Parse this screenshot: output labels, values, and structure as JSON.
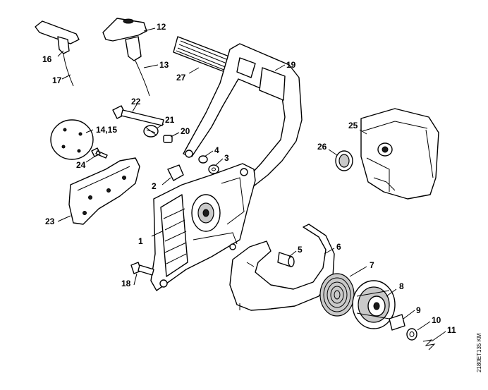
{
  "diagram": {
    "callouts": {
      "c1": "1",
      "c2": "2",
      "c3": "3",
      "c4": "4",
      "c5": "5",
      "c6": "6",
      "c7": "7",
      "c8": "8",
      "c9": "9",
      "c10": "10",
      "c11": "11",
      "c12": "12",
      "c13": "13",
      "c14_15": "14,15",
      "c16": "16",
      "c17": "17",
      "c18": "18",
      "c19": "19",
      "c20": "20",
      "c21": "21",
      "c22": "22",
      "c23": "23",
      "c24": "24",
      "c25": "25",
      "c26": "26",
      "c27": "27"
    },
    "doc_id": "2180ET135 KM"
  }
}
